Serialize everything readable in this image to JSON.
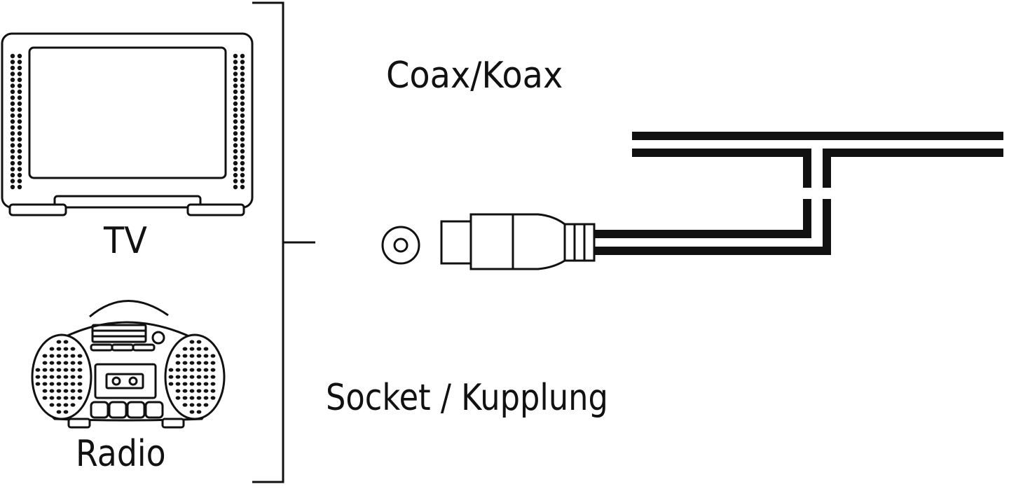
{
  "labels": {
    "cable": "Coax/Koax",
    "device_tv": "TV",
    "device_radio": "Radio",
    "connector": "Socket / Kupplung"
  },
  "colors": {
    "ink": "#111111",
    "background": "#ffffff"
  },
  "icons": [
    "tv-icon",
    "radio-icon",
    "coax-socket-icon",
    "coax-connector-icon"
  ]
}
